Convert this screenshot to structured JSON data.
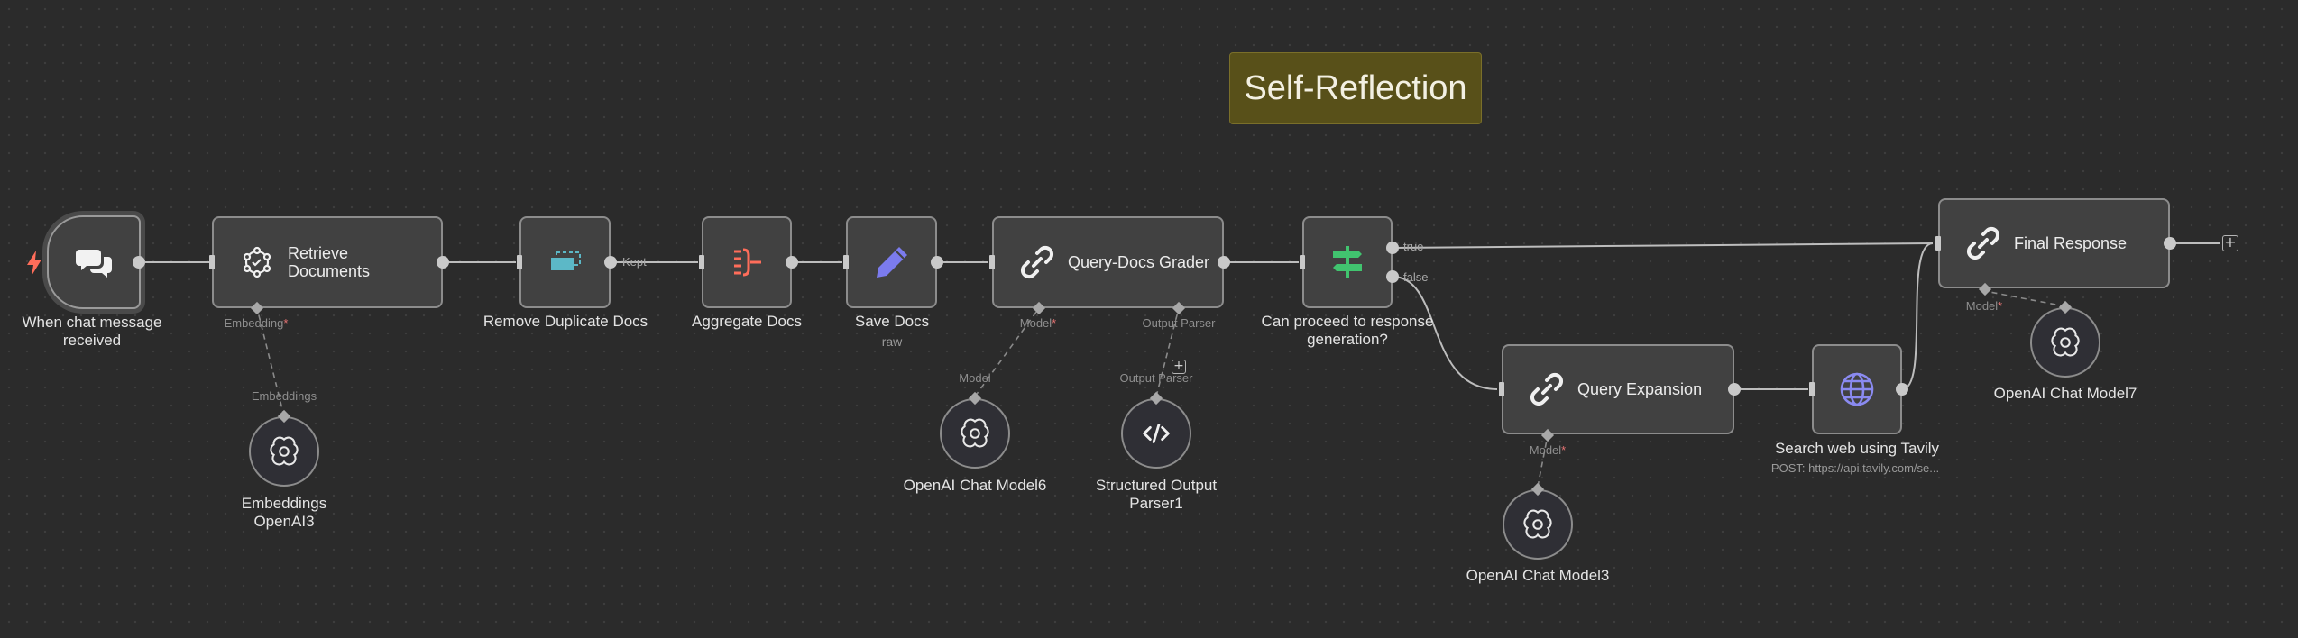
{
  "sticky": {
    "title": "Self-Reflection"
  },
  "nodes": {
    "trigger": {
      "label_line1": "When chat message",
      "label_line2": "received",
      "icon": "chat-bubbles-icon"
    },
    "retrieve": {
      "title_line1": "Retrieve",
      "title_line2": "Documents",
      "icon": "vector-store-icon",
      "port_embedding": "Embedding"
    },
    "embeddings": {
      "label_line1": "Embeddings",
      "label_line2": "OpenAI3",
      "port": "Embeddings",
      "icon": "openai-icon"
    },
    "remove_dupes": {
      "label": "Remove Duplicate Docs",
      "out_label": "Kept",
      "icon": "dedupe-icon"
    },
    "aggregate": {
      "label": "Aggregate Docs",
      "icon": "aggregate-icon"
    },
    "save_docs": {
      "label": "Save Docs",
      "sub": "raw",
      "icon": "pencil-icon"
    },
    "grader": {
      "title": "Query-Docs Grader",
      "port_model": "Model",
      "port_parser": "Output Parser",
      "icon": "chain-link-icon"
    },
    "model6": {
      "label": "OpenAI Chat Model6",
      "port": "Model",
      "icon": "openai-icon"
    },
    "parser1": {
      "label_line1": "Structured Output",
      "label_line2": "Parser1",
      "port": "Output Parser",
      "icon": "code-icon"
    },
    "if_node": {
      "label_line1": "Can proceed to response",
      "label_line2": "generation?",
      "out_true": "true",
      "out_false": "false",
      "icon": "signpost-icon"
    },
    "expansion": {
      "title": "Query Expansion",
      "port_model": "Model",
      "icon": "chain-link-icon"
    },
    "model3": {
      "label": "OpenAI Chat Model3",
      "icon": "openai-icon"
    },
    "tavily": {
      "label": "Search web using Tavily",
      "sub": "POST: https://api.tavily.com/se...",
      "icon": "globe-icon"
    },
    "final": {
      "title": "Final Response",
      "port_model": "Model",
      "icon": "chain-link-icon"
    },
    "model7": {
      "label": "OpenAI Chat Model7",
      "icon": "openai-icon"
    }
  },
  "required_marker": "*",
  "add_node_symbol": "+",
  "colors": {
    "canvas": "#2b2b2b",
    "node_bg": "#414141",
    "node_border": "#8c8c8c",
    "sticky_bg": "#585019",
    "trigger_bolt": "#ff6d5a",
    "dedupe_icon": "#5cb8c7",
    "aggregate_icon": "#ff6d5a",
    "pencil_icon": "#7b7bee",
    "signpost_icon": "#41c46f",
    "globe_icon": "#8a8af0"
  }
}
